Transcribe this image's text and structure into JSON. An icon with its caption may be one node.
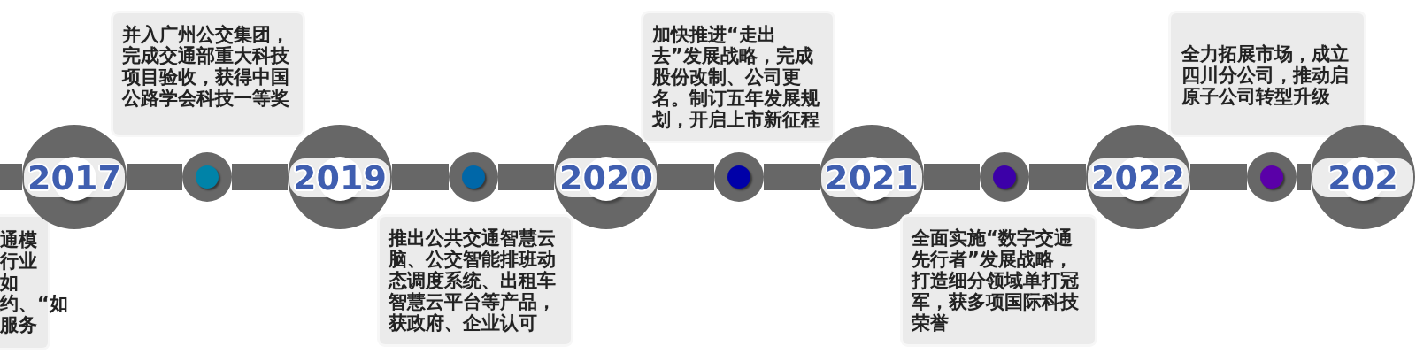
{
  "diagram": {
    "nodes": [
      {
        "text": [
          "通模行业如约、“如服务"
        ]
      },
      {
        "text": [
          "2017"
        ]
      },
      {
        "text": [
          "并入广州公交集团，完成交通部重大科技项目验收，获得中国公路学会科技一等奖"
        ]
      },
      {
        "text": [],
        "shape": "circle"
      },
      {
        "text": [
          "2019"
        ]
      },
      {
        "text": [],
        "shape": "circle"
      },
      {
        "text": [
          "推出公共交通智慧云脑、公交智能排班动态调度系统、出租车智慧云平台等产品，获政府、企业认可"
        ]
      },
      {
        "text": [
          "2020"
        ]
      },
      {
        "text": [],
        "shape": "circle"
      },
      {
        "text": [
          "加快推进“走出去”发展战略，完成股份改制、公司更名。制订五年发展规划，开启上市新征程"
        ]
      },
      {
        "text": [
          "2021"
        ]
      },
      {
        "text": [],
        "shape": "circle"
      },
      {
        "text": [
          "全面实施“数字交通先行者”发展战略，打造细分领域单打冠军，获多项国际科技荣誉"
        ]
      },
      {
        "text": [
          "2022"
        ]
      },
      {
        "text": [],
        "shape": "circle"
      },
      {
        "text": [
          "全力拓展市场，成立四川分公司，推动启原子公司转型升级"
        ]
      },
      {
        "text": [
          "202"
        ]
      }
    ],
    "edges": [
      {
        "from": null,
        "to": 1,
        "arrow": "none"
      },
      {
        "from": 1,
        "to": 3,
        "arrow": "none"
      },
      {
        "from": 3,
        "to": 4,
        "arrow": "none"
      },
      {
        "from": 4,
        "to": 5,
        "arrow": "none"
      },
      {
        "from": 5,
        "to": 7,
        "arrow": "none"
      },
      {
        "from": 7,
        "to": 8,
        "arrow": "none"
      },
      {
        "from": 8,
        "to": 10,
        "arrow": "none"
      },
      {
        "from": 10,
        "to": 11,
        "arrow": "none"
      },
      {
        "from": 11,
        "to": 13,
        "arrow": "none"
      },
      {
        "from": 13,
        "to": 14,
        "arrow": "none"
      },
      {
        "from": 14,
        "to": 16,
        "arrow": "none"
      }
    ]
  }
}
